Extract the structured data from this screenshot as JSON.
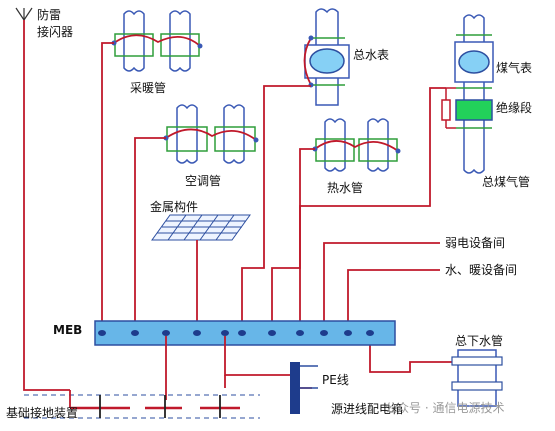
{
  "labels": {
    "lightning_arrester": [
      "防雷",
      "接闪器"
    ],
    "heating_pipe": "采暖管",
    "ac_pipe": "空调管",
    "total_water_meter": "总水表",
    "hot_water_pipe": "热水管",
    "gas_meter": "煤气表",
    "insulation_section": "绝缘段",
    "main_gas_pipe": "总煤气管",
    "metal_component": "金属构件",
    "weak_current_room": "弱电设备间",
    "water_heating_room": "水、暖设备间",
    "meb": "MEB",
    "main_drain_pipe": "总下水管",
    "pe_wire": "PE线",
    "power_box": "源进线配电箱",
    "foundation_grounding": "基础接地装置"
  },
  "watermark": "公众号 · 通信电源技术",
  "colors": {
    "conductor": "#c0192b",
    "pipe_outline": "#3a59b5",
    "pipe_fill": "#ffffff",
    "bracket": "#2f9e3a",
    "bar_fill": "#67b6e8",
    "bar_stroke": "#2d4fa0",
    "meter_fill": "#86d0f5",
    "insulation_fill": "#22d15a"
  }
}
